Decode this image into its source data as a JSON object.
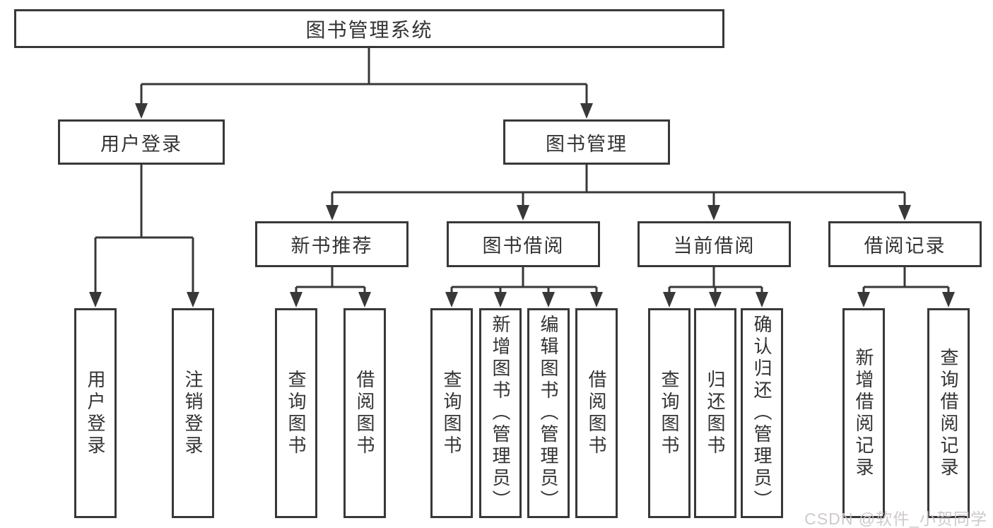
{
  "title": "图书管理系统",
  "nodes": {
    "root": {
      "label": "图书管理系统"
    },
    "level2": [
      {
        "label": "用户登录",
        "parent": "图书管理系统"
      },
      {
        "label": "图书管理",
        "parent": "图书管理系统"
      }
    ],
    "level3": [
      {
        "label": "新书推荐",
        "parent": "图书管理"
      },
      {
        "label": "图书借阅",
        "parent": "图书管理"
      },
      {
        "label": "当前借阅",
        "parent": "图书管理"
      },
      {
        "label": "借阅记录",
        "parent": "图书管理"
      }
    ],
    "leaves": [
      {
        "label": "用户登录",
        "parent": "用户登录"
      },
      {
        "label": "注销登录",
        "parent": "用户登录"
      },
      {
        "label": "查询图书",
        "parent": "新书推荐"
      },
      {
        "label": "借阅图书",
        "parent": "新书推荐"
      },
      {
        "label": "查询图书",
        "parent": "图书借阅"
      },
      {
        "label": "新增图书（管理员）",
        "parent": "图书借阅"
      },
      {
        "label": "编辑图书（管理员）",
        "parent": "图书借阅"
      },
      {
        "label": "借阅图书",
        "parent": "图书借阅"
      },
      {
        "label": "查询图书",
        "parent": "当前借阅"
      },
      {
        "label": "归还图书",
        "parent": "当前借阅"
      },
      {
        "label": "确认归还（管理员）",
        "parent": "当前借阅"
      },
      {
        "label": "新增借阅记录",
        "parent": "借阅记录"
      },
      {
        "label": "查询借阅记录",
        "parent": "借阅记录"
      }
    ]
  },
  "watermark": "CSDN @软件_小贺同学",
  "colors": {
    "line": "#383838",
    "box_border": "#383838",
    "text": "#333333",
    "background": "#ffffff",
    "watermark": "#cbc6c6"
  }
}
